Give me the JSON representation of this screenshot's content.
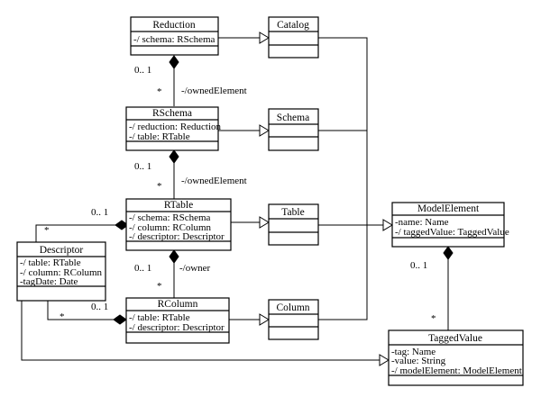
{
  "classes": {
    "reduction": {
      "name": "Reduction",
      "attrs": [
        "-/ schema: RSchema"
      ]
    },
    "catalog": {
      "name": "Catalog",
      "attrs": []
    },
    "rschema": {
      "name": "RSchema",
      "attrs": [
        "-/ reduction: Reduction",
        "-/ table: RTable"
      ]
    },
    "schema": {
      "name": "Schema",
      "attrs": []
    },
    "rtable": {
      "name": "RTable",
      "attrs": [
        "-/ schema: RSchema",
        "-/ column: RColumn",
        "-/ descriptor: Descriptor"
      ]
    },
    "table": {
      "name": "Table",
      "attrs": []
    },
    "descriptor": {
      "name": "Descriptor",
      "attrs": [
        "-/ table: RTable",
        "-/ column: RColumn",
        "-tagDate: Date"
      ]
    },
    "rcolumn": {
      "name": "RColumn",
      "attrs": [
        "-/ table: RTable",
        "-/ descriptor: Descriptor"
      ]
    },
    "column": {
      "name": "Column",
      "attrs": []
    },
    "modelelement": {
      "name": "ModelElement",
      "attrs": [
        "-name: Name",
        "-/ taggedValue: TaggedValue"
      ]
    },
    "taggedvalue": {
      "name": "TaggedValue",
      "attrs": [
        "-tag: Name",
        "-value: String",
        "-/ modelElement: ModelElement"
      ]
    }
  },
  "labels": {
    "red_mult": "0.. 1",
    "rschema_star": "*",
    "owned1": "-/ownedElement",
    "rschema_mult": "0.. 1",
    "rtable_star": "*",
    "owned2": "-/ownedElement",
    "desc_star_top": "*",
    "rtable_mult_left": "0.. 1",
    "rtable_mult_bottom": "0.. 1",
    "owner": "-/owner",
    "rcolumn_star": "*",
    "desc_star_bottom": "*",
    "rcolumn_mult_left": "0.. 1",
    "me_mult": "0.. 1",
    "tv_star": "*"
  }
}
